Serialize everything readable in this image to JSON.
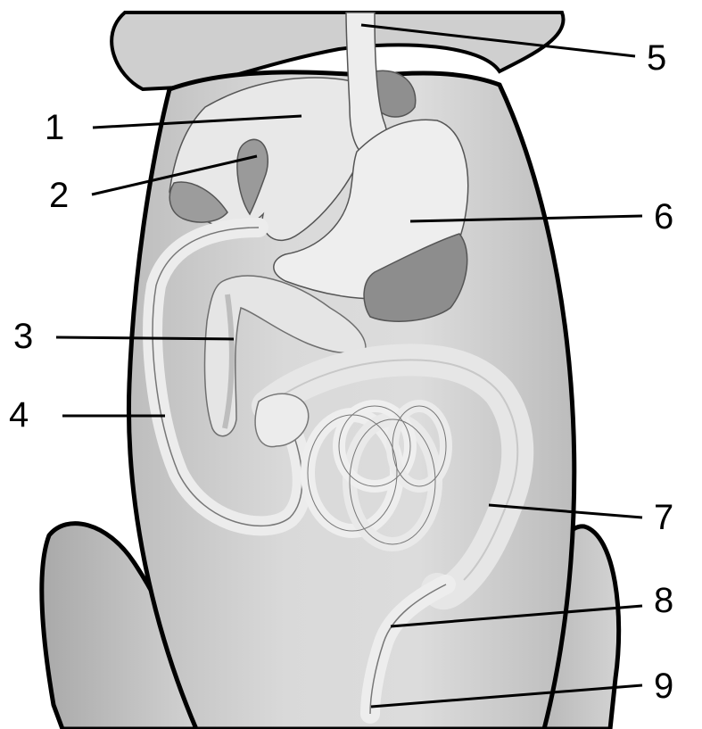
{
  "diagram": {
    "labels": [
      {
        "text": "1"
      },
      {
        "text": "2"
      },
      {
        "text": "3"
      },
      {
        "text": "4"
      },
      {
        "text": "5"
      },
      {
        "text": "6"
      },
      {
        "text": "7"
      },
      {
        "text": "8"
      },
      {
        "text": "9"
      }
    ]
  },
  "colors": {
    "body_fill": "#d6d6d6",
    "body_outline": "#000000",
    "organ_light": "#efefef",
    "organ_mid": "#c4c4c4",
    "organ_dark": "#8a8a8a",
    "label_color": "#000000"
  }
}
